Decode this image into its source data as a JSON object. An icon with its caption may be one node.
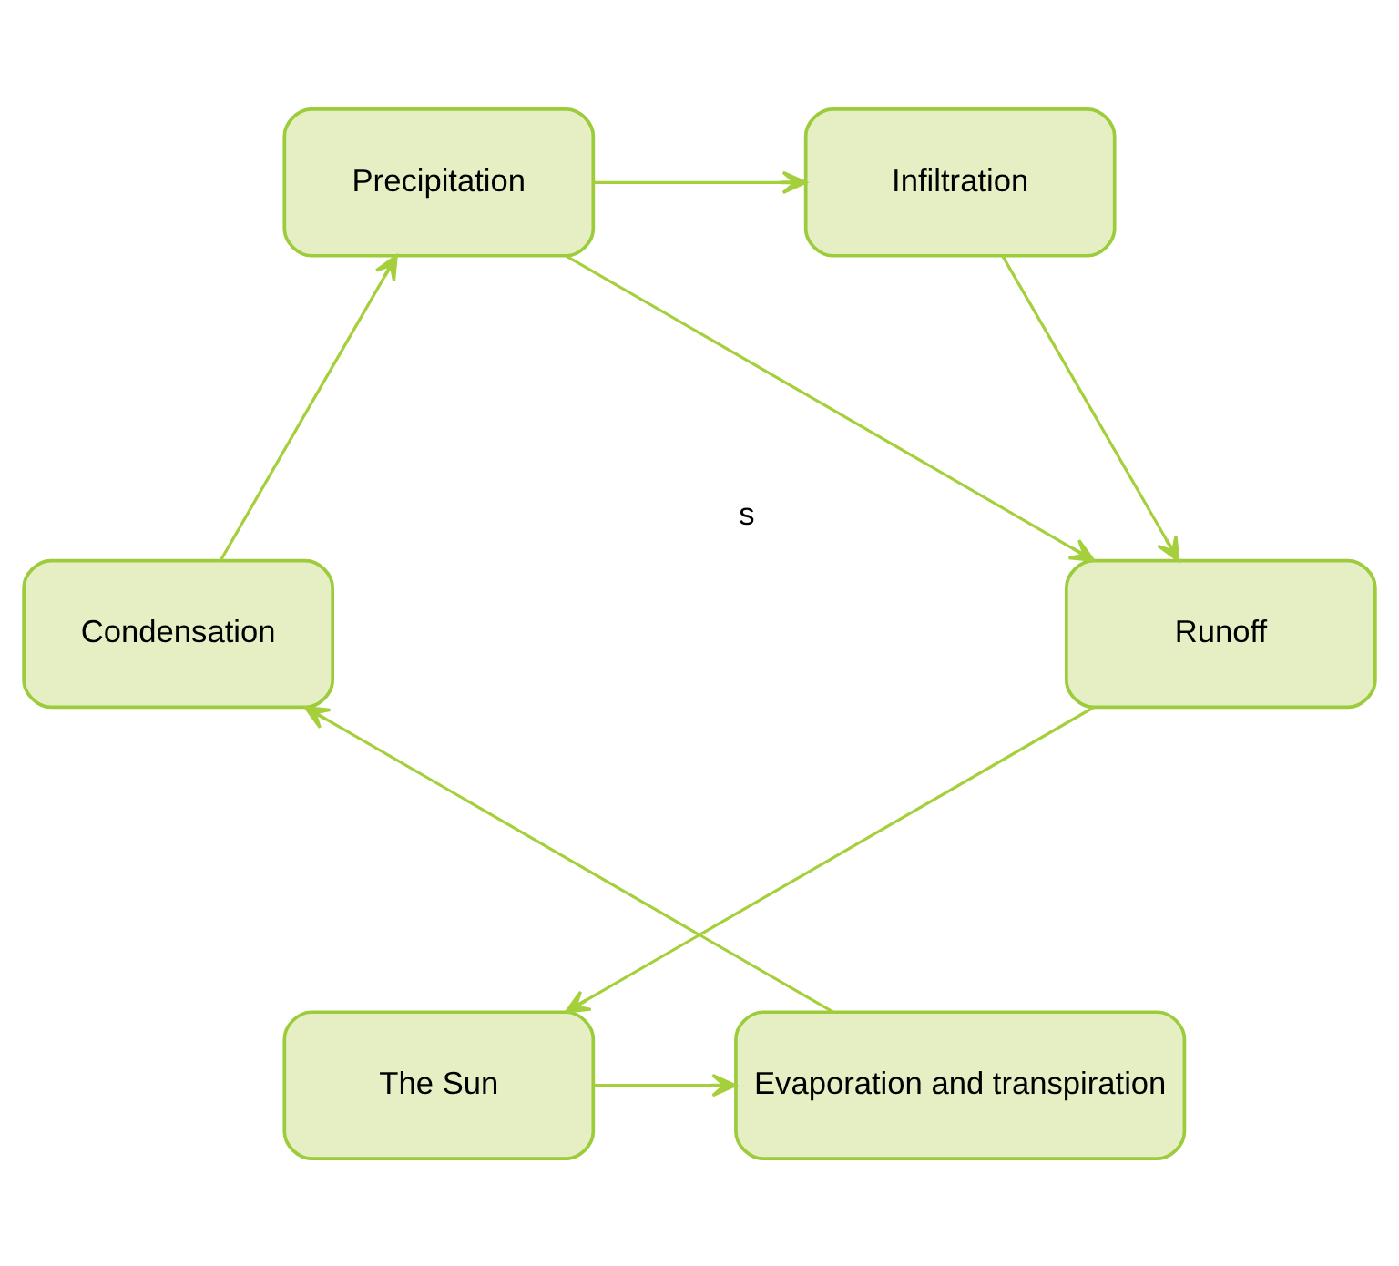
{
  "diagram": {
    "nodes": [
      {
        "text": [
          "Evaporation and transpiration"
        ]
      },
      {
        "text": [
          "The Sun"
        ]
      },
      {
        "text": [
          "Condensation"
        ]
      },
      {
        "text": [
          "Runoff"
        ]
      },
      {
        "text": [
          "Precipitation"
        ]
      },
      {
        "text": [
          "Infiltration"
        ]
      }
    ],
    "edges": [
      {
        "from": 1,
        "to": 0,
        "arrow": "to"
      },
      {
        "from": 0,
        "to": 2,
        "arrow": "to"
      },
      {
        "from": 2,
        "to": 4,
        "arrow": "to"
      },
      {
        "from": 4,
        "to": 3,
        "arrow": "to"
      },
      {
        "from": 4,
        "to": 5,
        "arrow": "to"
      },
      {
        "from": 5,
        "to": 3,
        "arrow": "to"
      },
      {
        "from": 3,
        "to": 1,
        "arrow": "to"
      }
    ],
    "labels": [
      "s"
    ]
  }
}
